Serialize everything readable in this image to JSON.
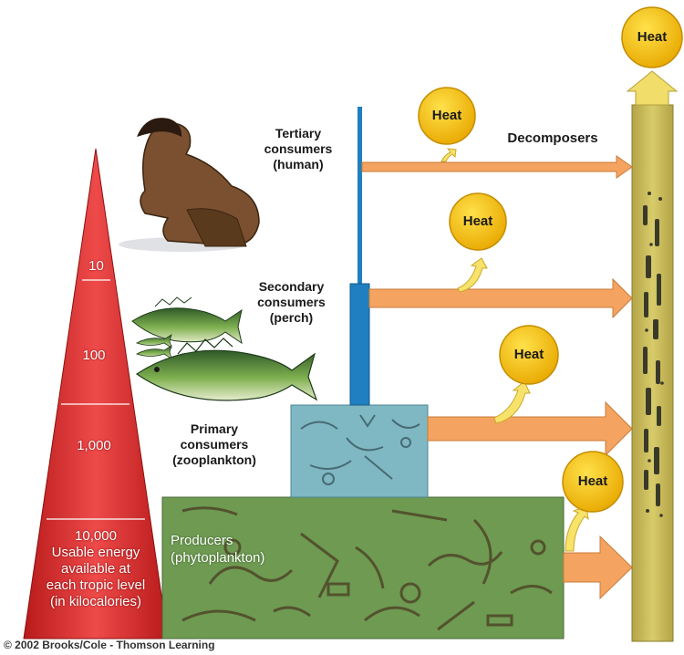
{
  "colors": {
    "pyramid": "#e03030",
    "pyramid_dark": "#b01818",
    "heat_circle": "#f5c400",
    "arrow": "#f4a460",
    "decomposer_column": "#cfc05a",
    "zooplankton_box": "#7fb7c2",
    "producers_box": "#6e9a52",
    "food_chain_bar": "#1f7fc0"
  },
  "pyramid": {
    "levels": [
      "10",
      "100",
      "1,000",
      "10,000\nUsable energy\navailable at\neach tropic level\n(in kilocalories)"
    ]
  },
  "trophic_levels": {
    "tertiary": "Tertiary\nconsumers\n(human)",
    "secondary": "Secondary\nconsumers\n(perch)",
    "primary": "Primary\nconsumers\n(zooplankton)",
    "producers": "Producers\n(phytoplankton)"
  },
  "heat_label": "Heat",
  "decomposers_label": "Decomposers",
  "copyright": "© 2002 Brooks/Cole - Thomson Learning"
}
